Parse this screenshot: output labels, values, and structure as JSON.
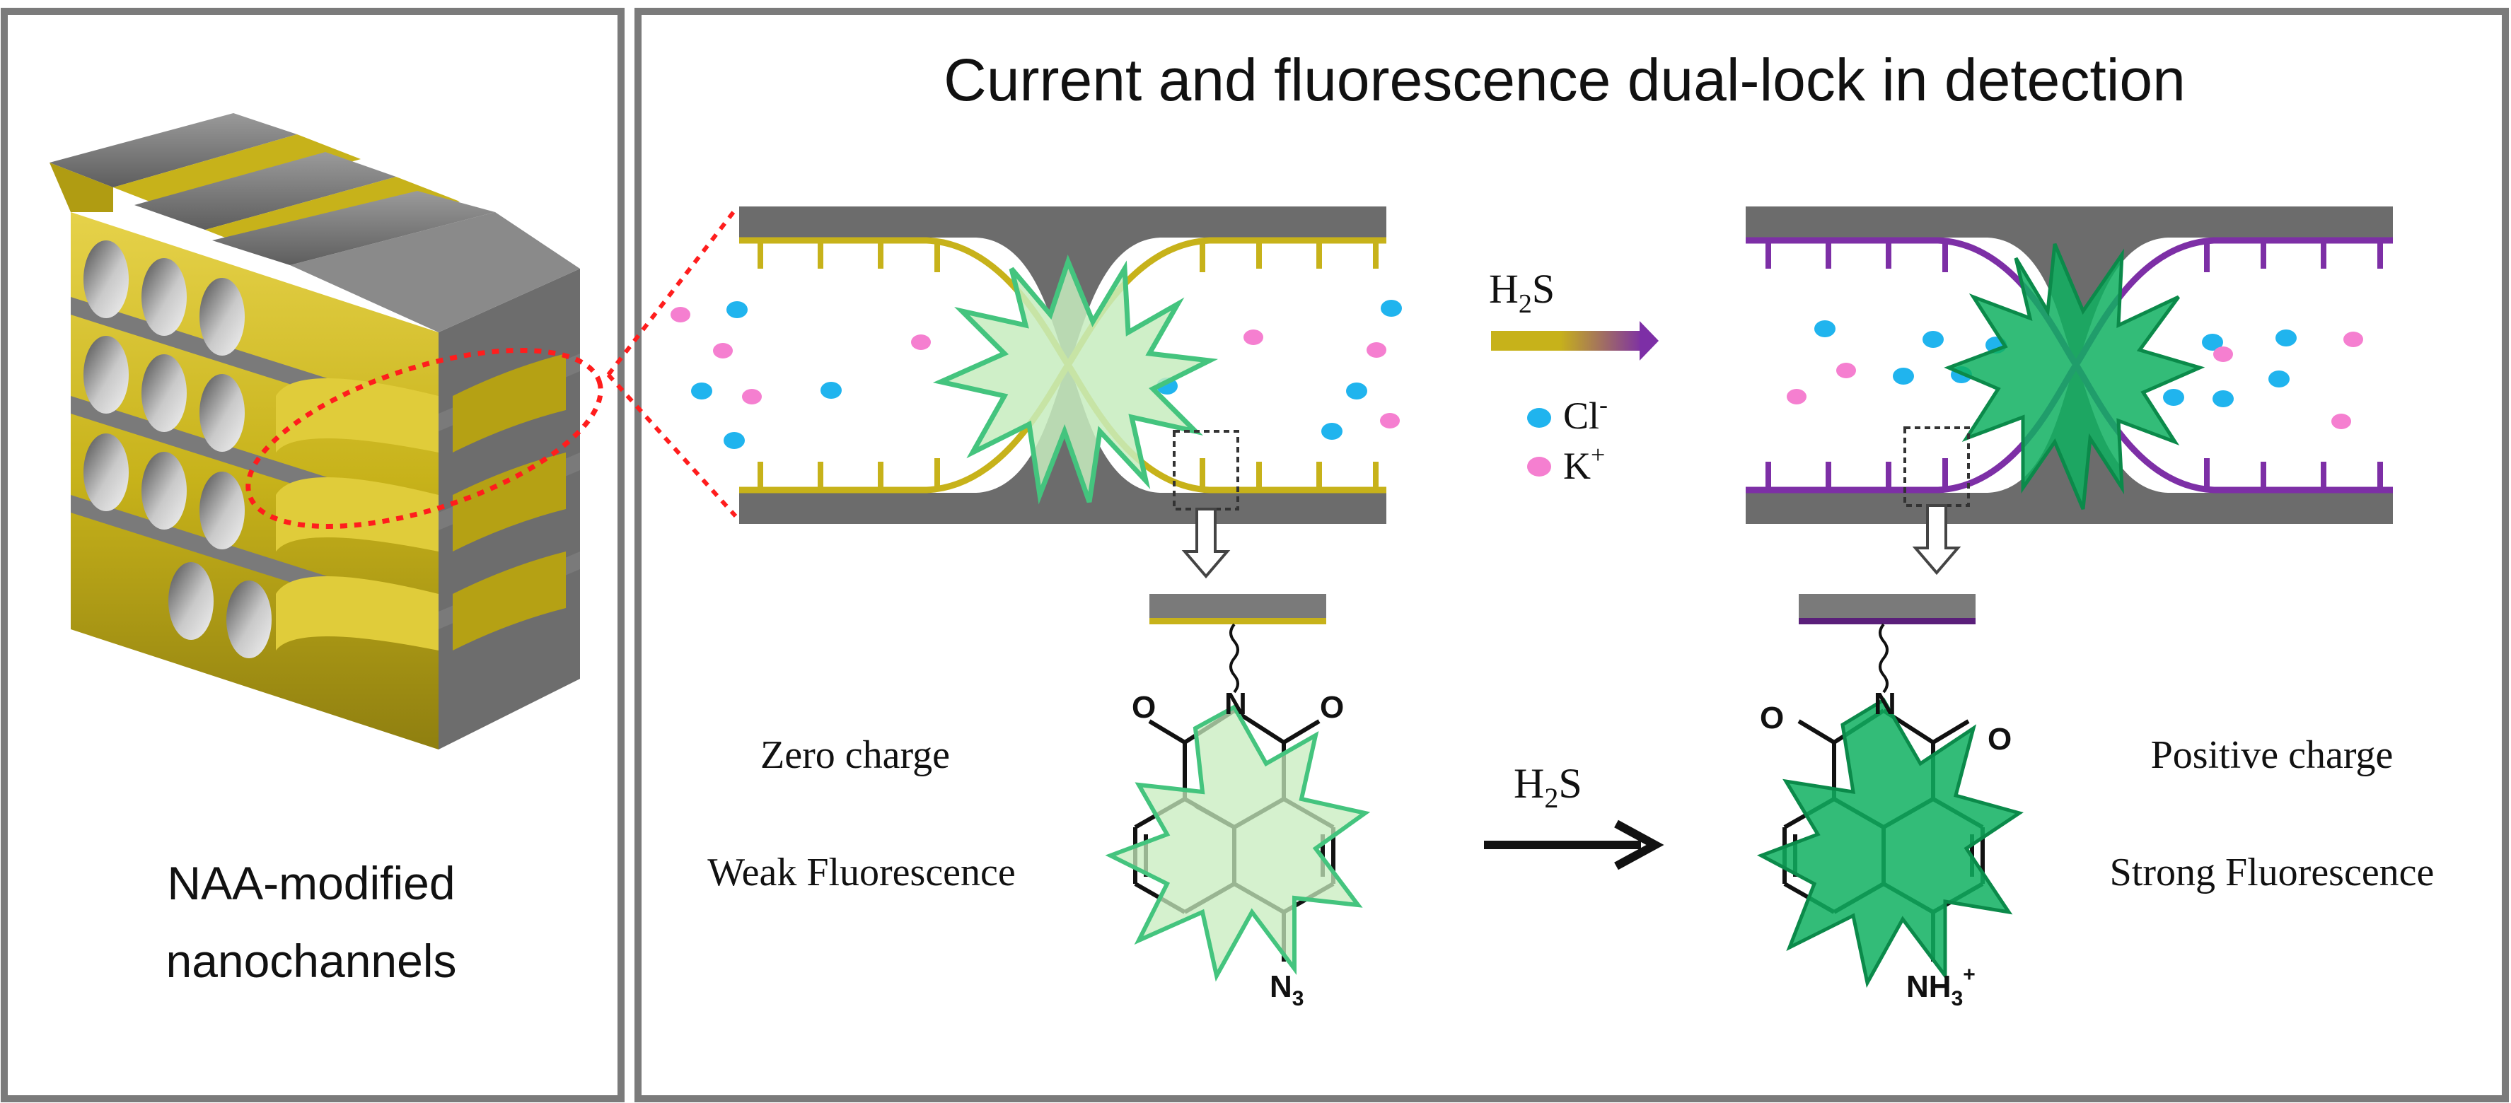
{
  "left_panel": {
    "caption_line1": "NAA-modified",
    "caption_line2": "nanochannels"
  },
  "right_panel": {
    "title": "Current and fluorescence dual-lock in detection",
    "reagent_top": {
      "base": "H",
      "sub": "2",
      "tail": "S"
    },
    "reagent_bottom": {
      "base": "H",
      "sub": "2",
      "tail": "S"
    },
    "legend": [
      {
        "base": "Cl",
        "sup": "-",
        "color": "#20b4ee",
        "icon": "blue-ion-dot"
      },
      {
        "base": "K",
        "sup": "+",
        "color": "#f57fd0",
        "icon": "pink-ion-dot"
      }
    ],
    "before_state": {
      "charge_label": "Zero charge",
      "fluorescence_label": "Weak Fluorescence",
      "group": {
        "base": "N",
        "sub": "3"
      }
    },
    "after_state": {
      "charge_label": "Positive charge",
      "fluorescence_label": "Strong Fluorescence",
      "group": {
        "base": "NH",
        "sub": "3",
        "sup": "+"
      }
    },
    "imide_atoms": {
      "oxygen": "O",
      "nitrogen": "N"
    }
  },
  "colors": {
    "naa_layer": "#c7b21a",
    "naa_layer_dark": "#8a7a0c",
    "product_layer": "#7d2fa6",
    "channel_wall": "#6c6c6c",
    "ion_cl": "#20b4ee",
    "ion_k": "#f57fd0",
    "weak_glow": "#c7ecbe",
    "weak_glow_edge": "#44c47e",
    "strong_glow": "#0fb060",
    "zoom_mark": "#ff1d1d",
    "panel_border": "#7b7b7b"
  }
}
